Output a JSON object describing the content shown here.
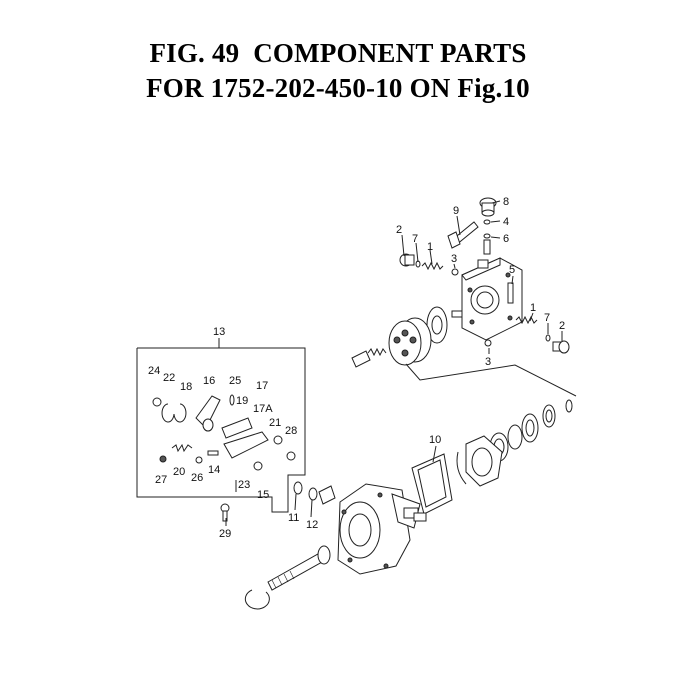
{
  "title": {
    "line1": "FIG. 49  COMPONENT PARTS",
    "line2": "FOR 1752-202-450-10 ON Fig.10"
  },
  "callouts": {
    "c1a": "1",
    "c1b": "1",
    "c2a": "2",
    "c2b": "2",
    "c3a": "3",
    "c3b": "3",
    "c4": "4",
    "c5": "5",
    "c6": "6",
    "c7a": "7",
    "c7b": "7",
    "c8": "8",
    "c9": "9",
    "c10": "10",
    "c11": "11",
    "c12": "12",
    "c13": "13",
    "c14": "14",
    "c15": "15",
    "c16": "16",
    "c17": "17",
    "c17a": "17A",
    "c18": "18",
    "c19": "19",
    "c20": "20",
    "c21": "21",
    "c22": "22",
    "c23": "23",
    "c24": "24",
    "c25": "25",
    "c26": "26",
    "c27": "27",
    "c28": "28",
    "c29": "29"
  }
}
